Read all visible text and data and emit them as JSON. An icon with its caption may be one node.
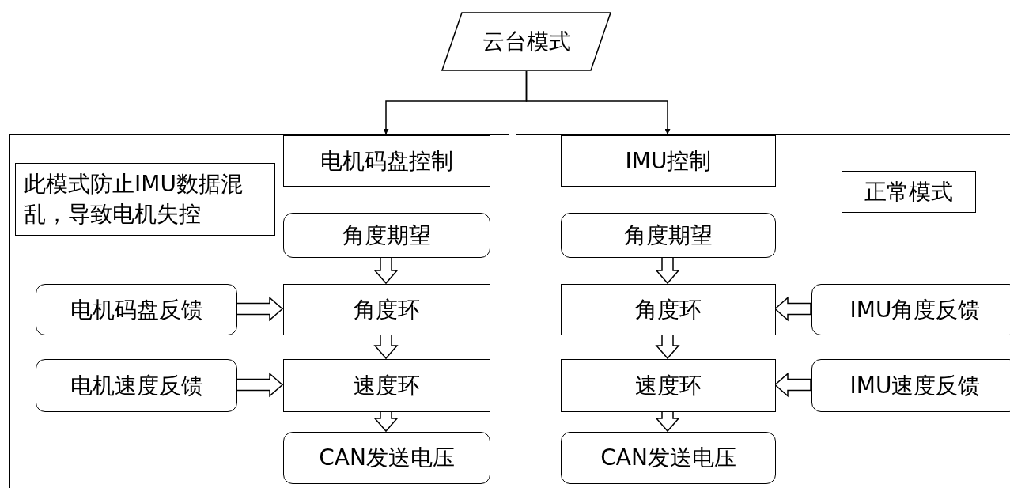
{
  "diagram": {
    "nodes": [
      {
        "text": [
          "云台模式"
        ]
      },
      {
        "text": [],
        "shape": "box"
      },
      {
        "text": [
          "电机码盘控制"
        ],
        "in": 1
      },
      {
        "text": [
          "此模式防止IMU数据混乱，导致电机失控"
        ],
        "in": 1
      },
      {
        "text": [
          "角度期望"
        ],
        "in": 1
      },
      {
        "text": [
          "电机码盘反馈"
        ],
        "in": 1
      },
      {
        "text": [
          "角度环"
        ],
        "in": 1
      },
      {
        "text": [
          "电机速度反馈"
        ],
        "in": 1
      },
      {
        "text": [
          "速度环"
        ],
        "in": 1
      },
      {
        "text": [
          "CAN发送电压"
        ],
        "in": 1
      },
      {
        "text": [],
        "shape": "box"
      },
      {
        "text": [
          "IMU控制"
        ],
        "in": 10
      },
      {
        "text": [
          "正常模式"
        ],
        "in": 10
      },
      {
        "text": [
          "角度期望"
        ],
        "in": 10
      },
      {
        "text": [
          "角度环"
        ],
        "in": 10
      },
      {
        "text": [
          "IMU角度反馈"
        ],
        "in": 10
      },
      {
        "text": [
          "速度环"
        ],
        "in": 10
      },
      {
        "text": [
          "IMU速度反馈"
        ],
        "in": 10
      },
      {
        "text": [
          "CAN发送电压"
        ],
        "in": 10
      }
    ],
    "edges": [
      {
        "from": 0,
        "to": 2,
        "arrow": "to"
      },
      {
        "from": 0,
        "to": 11,
        "arrow": "to"
      },
      {
        "from": 4,
        "to": 6,
        "arrow": "to"
      },
      {
        "from": 5,
        "to": 6,
        "arrow": "to"
      },
      {
        "from": 6,
        "to": 8,
        "arrow": "to"
      },
      {
        "from": 7,
        "to": 8,
        "arrow": "to"
      },
      {
        "from": 8,
        "to": 9,
        "arrow": "to"
      },
      {
        "from": 13,
        "to": 14,
        "arrow": "to"
      },
      {
        "from": 15,
        "to": 14,
        "arrow": "to"
      },
      {
        "from": 14,
        "to": 16,
        "arrow": "to"
      },
      {
        "from": 17,
        "to": 16,
        "arrow": "to"
      },
      {
        "from": 16,
        "to": 18,
        "arrow": "to"
      }
    ]
  }
}
